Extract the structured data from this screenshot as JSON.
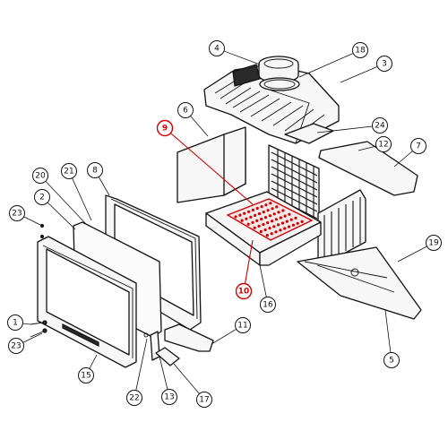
{
  "callouts": [
    {
      "label": "1",
      "highlight": false
    },
    {
      "label": "2",
      "highlight": false
    },
    {
      "label": "3",
      "highlight": false
    },
    {
      "label": "4",
      "highlight": false
    },
    {
      "label": "5",
      "highlight": false
    },
    {
      "label": "6",
      "highlight": false
    },
    {
      "label": "7",
      "highlight": false
    },
    {
      "label": "8",
      "highlight": false
    },
    {
      "label": "9",
      "highlight": true
    },
    {
      "label": "10",
      "highlight": true
    },
    {
      "label": "11",
      "highlight": false
    },
    {
      "label": "12",
      "highlight": false
    },
    {
      "label": "13",
      "highlight": false
    },
    {
      "label": "15",
      "highlight": false
    },
    {
      "label": "16",
      "highlight": false
    },
    {
      "label": "17",
      "highlight": false
    },
    {
      "label": "18",
      "highlight": false
    },
    {
      "label": "19",
      "highlight": false
    },
    {
      "label": "20",
      "highlight": false
    },
    {
      "label": "21",
      "highlight": false
    },
    {
      "label": "22",
      "highlight": false
    },
    {
      "label": "23",
      "highlight": false
    },
    {
      "label": "23",
      "highlight": false
    },
    {
      "label": "24",
      "highlight": false
    }
  ],
  "colors": {
    "line": "#111111",
    "highlight": "#d40000",
    "background": "#ffffff"
  }
}
